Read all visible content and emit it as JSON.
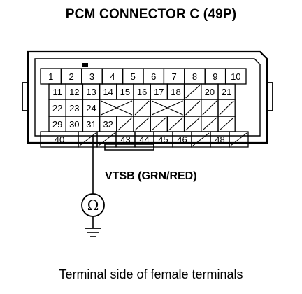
{
  "title": "PCM CONNECTOR C (49P)",
  "caption": "Terminal side of female terminals",
  "wire_label": "VTSB (GRN/RED)",
  "meter_symbol": "Ω",
  "meter_icon": "ohmmeter-icon",
  "ground_icon": "ground-icon",
  "probe_terminal": "31",
  "rows": [
    {
      "cells": [
        {
          "label": "1",
          "span": 1
        },
        {
          "label": "2",
          "span": 1
        },
        {
          "label": "3",
          "span": 1
        },
        {
          "label": "4",
          "span": 1
        },
        {
          "label": "5",
          "span": 1
        },
        {
          "label": "6",
          "span": 1
        },
        {
          "label": "7",
          "span": 1
        },
        {
          "label": "8",
          "span": 1
        },
        {
          "label": "9",
          "span": 1
        },
        {
          "label": "10",
          "span": 1
        }
      ]
    },
    {
      "cells": [
        {
          "label": "11",
          "span": 1
        },
        {
          "label": "12",
          "span": 1
        },
        {
          "label": "13",
          "span": 1
        },
        {
          "label": "14",
          "span": 1
        },
        {
          "label": "15",
          "span": 1
        },
        {
          "label": "16",
          "span": 1
        },
        {
          "label": "17",
          "span": 1
        },
        {
          "label": "18",
          "span": 1
        },
        {
          "label": "",
          "span": 1,
          "empty": "diag"
        },
        {
          "label": "20",
          "span": 1
        },
        {
          "label": "21",
          "span": 1
        }
      ]
    },
    {
      "cells": [
        {
          "label": "22",
          "span": 1
        },
        {
          "label": "23",
          "span": 1
        },
        {
          "label": "24",
          "span": 1
        },
        {
          "label": "",
          "span": 2,
          "empty": "x"
        },
        {
          "label": "",
          "span": 1,
          "empty": "diag"
        },
        {
          "label": "",
          "span": 2,
          "empty": "x"
        },
        {
          "label": "",
          "span": 1,
          "empty": "diag"
        },
        {
          "label": "",
          "span": 1,
          "empty": "diag"
        },
        {
          "label": "",
          "span": 1,
          "empty": "diag"
        }
      ]
    },
    {
      "cells": [
        {
          "label": "29",
          "span": 1
        },
        {
          "label": "30",
          "span": 1
        },
        {
          "label": "31",
          "span": 1
        },
        {
          "label": "32",
          "span": 1
        },
        {
          "label": "",
          "span": 1,
          "empty": "diag"
        },
        {
          "label": "",
          "span": 1,
          "empty": "diag"
        },
        {
          "label": "",
          "span": 1,
          "empty": "diag"
        },
        {
          "label": "",
          "span": 1,
          "empty": "diag"
        },
        {
          "label": "",
          "span": 1,
          "empty": "diag"
        },
        {
          "label": "",
          "span": 1,
          "empty": "diag"
        },
        {
          "label": "",
          "span": 1,
          "empty": "diag"
        }
      ]
    },
    {
      "cells": [
        {
          "label": "40",
          "span": 2
        },
        {
          "label": "",
          "span": 1,
          "empty": "diag"
        },
        {
          "label": "",
          "span": 1,
          "empty": "diag"
        },
        {
          "label": "43",
          "span": 1
        },
        {
          "label": "44",
          "span": 1
        },
        {
          "label": "45",
          "span": 1
        },
        {
          "label": "46",
          "span": 1
        },
        {
          "label": "",
          "span": 1,
          "empty": "diag"
        },
        {
          "label": "48",
          "span": 1
        },
        {
          "label": "",
          "span": 1,
          "empty": "diag"
        }
      ]
    }
  ]
}
